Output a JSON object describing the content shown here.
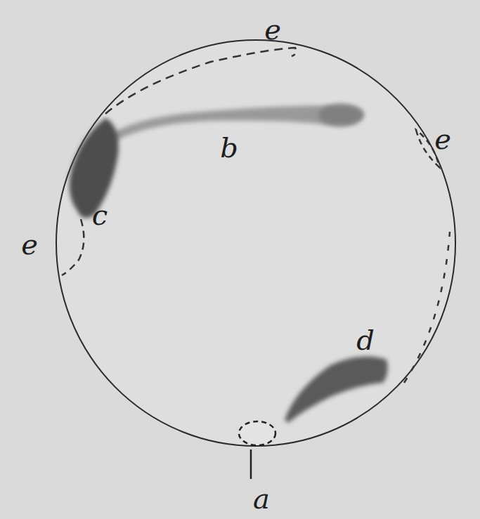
{
  "diagram": {
    "labels": [
      "e",
      "b",
      "e",
      "c",
      "e",
      "d",
      "a"
    ]
  }
}
